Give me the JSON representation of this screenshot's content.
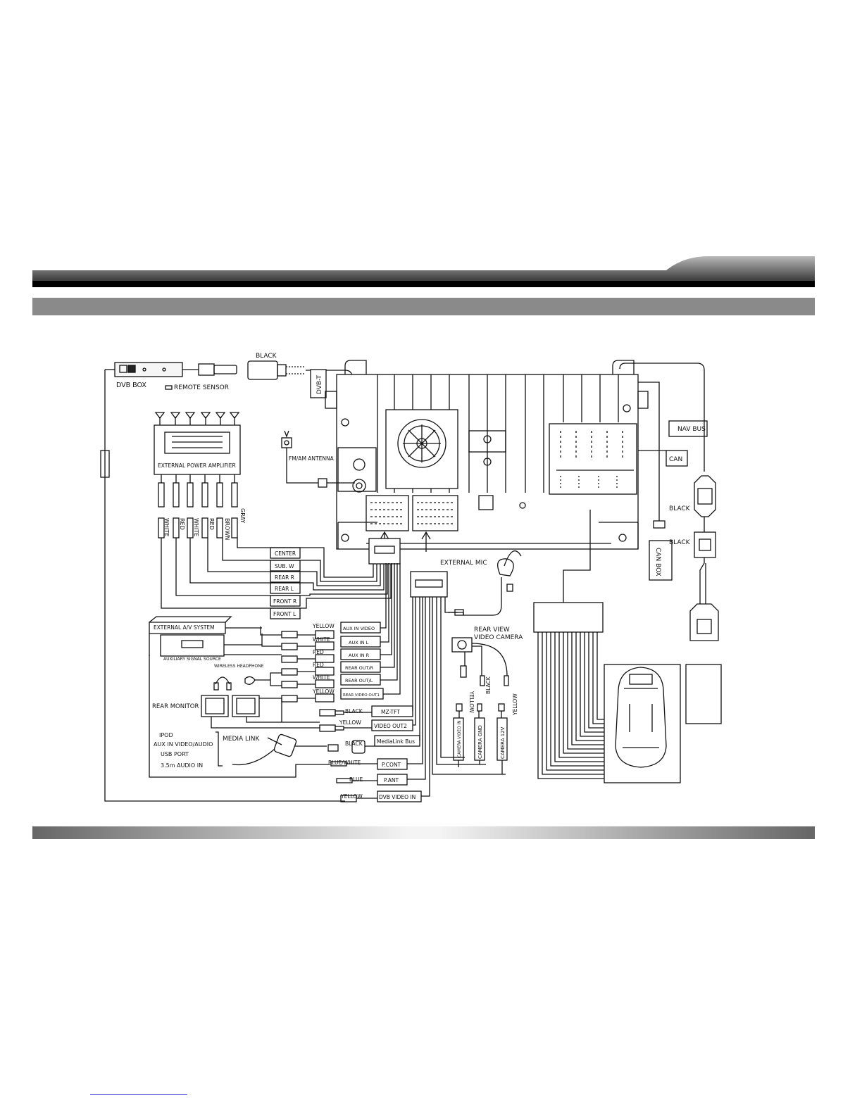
{
  "labels": {
    "dvb_box": "DVB BOX",
    "remote_sensor": "REMOTE SENSOR",
    "black_top": "BLACK",
    "dvb_t": "DVB-T",
    "ext_amp": "EXTERNAL POWER AMPLIFIER",
    "fm_am_antenna": "FM/AM ANTENNA",
    "nav_bus": "NAV BUS",
    "can": "CAN",
    "black_r1": "BLACK",
    "black_r2": "BLACK",
    "can_box": "CAN BOX",
    "external_mic": "EXTERNAL MIC",
    "rear_view_camera_1": "REAR VIEW",
    "rear_view_camera_2": "VIDEO CAMERA",
    "ext_av_system": "EXTERNAL A/V SYSTEM",
    "aux_signal_source": "AUXILIARY SIGNAL SOURCE",
    "wireless_headphone": "WIRELESS HEADPHONE",
    "rear_monitor": "REAR MONITOR",
    "media_link": "MEDIA LINK",
    "ipod": "IPOD",
    "aux_in_video_audio": "AUX IN VIDEO/AUDIO",
    "usb_port": "USB PORT",
    "audio_in_35": "3.5m  AUDIO IN"
  },
  "amp_wire_colors": [
    "WHITE",
    "RED",
    "WHITE",
    "RED",
    "BROWN",
    "GRAY"
  ],
  "speaker_outputs": [
    "CENTER",
    "SUB. W",
    "REAR R",
    "REAR L",
    "FRONT R",
    "FRONT L"
  ],
  "av_wires": [
    {
      "color": "YELLOW",
      "label": "AUX IN VIDEO"
    },
    {
      "color": "WHITE",
      "label": "AUX IN L"
    },
    {
      "color": "RED",
      "label": "AUX IN R"
    },
    {
      "color": "RED",
      "label": "REAR OUT/R"
    },
    {
      "color": "WHITE",
      "label": "REAR OUT/L"
    },
    {
      "color": "YELLOW",
      "label": "REAR VIDEO OUT1"
    }
  ],
  "lower_wires": [
    {
      "color": "BLACK",
      "label": "MZ-TFT"
    },
    {
      "color": "YELLOW",
      "label": "VIDEO OUT2"
    },
    {
      "color": "BLACK",
      "label": "MediaLink Bus"
    },
    {
      "color": "BLUE/WHITE",
      "label": "P.CONT"
    },
    {
      "color": "BLUE",
      "label": "P.ANT"
    },
    {
      "color": "YELLOW",
      "label": "DVB VIDEO IN"
    }
  ],
  "camera_wires": [
    {
      "color": "YELLOW",
      "label": "CAMERA VIDEO IN"
    },
    {
      "color": "BLACK",
      "label": "CAMERA GND"
    },
    {
      "color": "YELLOW",
      "label": "CAMERA 12V"
    }
  ]
}
